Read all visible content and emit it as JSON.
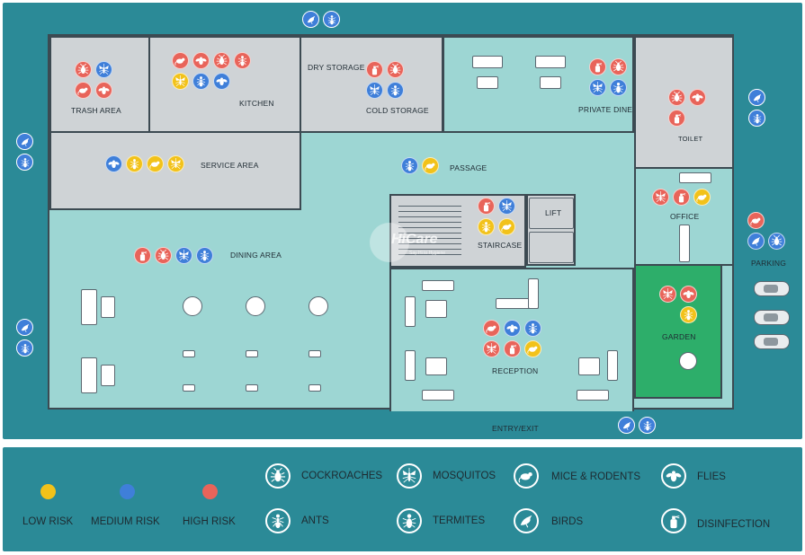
{
  "rooms": {
    "trash_area": "TRASH AREA",
    "kitchen": "KITCHEN",
    "dry_storage": "DRY STORAGE",
    "cold_storage": "COLD STORAGE",
    "private_dine": "PRIVATE DINE",
    "toilet": "TOILET",
    "service_area": "SERVICE AREA",
    "passage": "PASSAGE",
    "dining_area": "DINING AREA",
    "staircase": "STAIRCASE",
    "lift": "LIFT",
    "office": "OFFICE",
    "parking": "PARKING",
    "garden": "GARDEN",
    "reception": "RECEPTION",
    "entry_exit": "ENTRY/EXIT"
  },
  "logo": {
    "brand": "HiCare",
    "tagline": "Say Hi to Hygiene"
  },
  "colors": {
    "low_risk": "#f2c21a",
    "medium_risk": "#3f7fd9",
    "high_risk": "#e8645a",
    "frame": "#2b8a97",
    "floor": "#9dd6d3",
    "garden": "#2dae6a"
  },
  "legend": {
    "risk": [
      {
        "label": "LOW RISK",
        "color": "#f2c21a"
      },
      {
        "label": "MEDIUM RISK",
        "color": "#3f7fd9"
      },
      {
        "label": "HIGH RISK",
        "color": "#e8645a"
      }
    ],
    "pests": [
      {
        "label": "COCKROACHES",
        "icon": "cockroach-icon"
      },
      {
        "label": "MOSQUITOS",
        "icon": "mosquito-icon"
      },
      {
        "label": "MICE & RODENTS",
        "icon": "rodent-icon"
      },
      {
        "label": "FLIES",
        "icon": "fly-icon"
      },
      {
        "label": "ANTS",
        "icon": "ant-icon"
      },
      {
        "label": "TERMITES",
        "icon": "termite-icon"
      },
      {
        "label": "BIRDS",
        "icon": "bird-icon"
      },
      {
        "label": "DISINFECTION",
        "icon": "disinfection-icon"
      }
    ]
  },
  "markers": {
    "trash_area": [
      [
        "cockroach",
        "high"
      ],
      [
        "mosquito",
        "medium"
      ],
      [
        "rodent",
        "high"
      ],
      [
        "fly",
        "high"
      ]
    ],
    "kitchen": [
      [
        "rodent",
        "high"
      ],
      [
        "fly",
        "high"
      ],
      [
        "cockroach",
        "high"
      ],
      [
        "ant",
        "high"
      ],
      [
        "mosquito",
        "low"
      ],
      [
        "ant",
        "medium"
      ],
      [
        "fly",
        "medium"
      ]
    ],
    "cold_storage": [
      [
        "disinfection",
        "high"
      ],
      [
        "cockroach",
        "high"
      ],
      [
        "mosquito",
        "medium"
      ],
      [
        "ant",
        "medium"
      ]
    ],
    "private_dine": [
      [
        "disinfection",
        "high"
      ],
      [
        "cockroach",
        "high"
      ],
      [
        "mosquito",
        "medium"
      ],
      [
        "termite",
        "medium"
      ]
    ],
    "toilet": [
      [
        "cockroach",
        "high"
      ],
      [
        "fly",
        "high"
      ],
      [
        "disinfection",
        "high"
      ]
    ],
    "service_area": [
      [
        "fly",
        "medium"
      ],
      [
        "ant",
        "low"
      ],
      [
        "rodent",
        "low"
      ],
      [
        "mosquito",
        "low"
      ]
    ],
    "passage": [
      [
        "ant",
        "medium"
      ],
      [
        "rodent",
        "low"
      ]
    ],
    "dining_area": [
      [
        "disinfection",
        "high"
      ],
      [
        "cockroach",
        "high"
      ],
      [
        "mosquito",
        "medium"
      ],
      [
        "ant",
        "medium"
      ]
    ],
    "staircase": [
      [
        "disinfection",
        "high"
      ],
      [
        "mosquito",
        "medium"
      ],
      [
        "ant",
        "low"
      ],
      [
        "rodent",
        "low"
      ]
    ],
    "office": [
      [
        "mosquito",
        "high"
      ],
      [
        "disinfection",
        "high"
      ],
      [
        "rodent",
        "low"
      ]
    ],
    "parking": [
      [
        "rodent",
        "high"
      ],
      [
        "bird",
        "medium"
      ],
      [
        "cockroach",
        "medium"
      ]
    ],
    "garden": [
      [
        "mosquito",
        "high"
      ],
      [
        "fly",
        "high"
      ],
      [
        "ant",
        "low"
      ]
    ],
    "reception": [
      [
        "rodent",
        "high"
      ],
      [
        "fly",
        "medium"
      ],
      [
        "ant",
        "medium"
      ],
      [
        "mosquito",
        "high"
      ],
      [
        "disinfection",
        "high"
      ],
      [
        "rodent",
        "low"
      ]
    ],
    "outside_top": [
      [
        "bird",
        "medium"
      ],
      [
        "ant",
        "medium"
      ]
    ],
    "outside_left_top": [
      [
        "bird",
        "medium"
      ],
      [
        "ant",
        "medium"
      ]
    ],
    "outside_left_bottom": [
      [
        "bird",
        "medium"
      ],
      [
        "ant",
        "medium"
      ]
    ],
    "outside_right_top": [
      [
        "bird",
        "medium"
      ],
      [
        "ant",
        "medium"
      ]
    ],
    "outside_bottom": [
      [
        "bird",
        "medium"
      ],
      [
        "ant",
        "medium"
      ]
    ]
  }
}
